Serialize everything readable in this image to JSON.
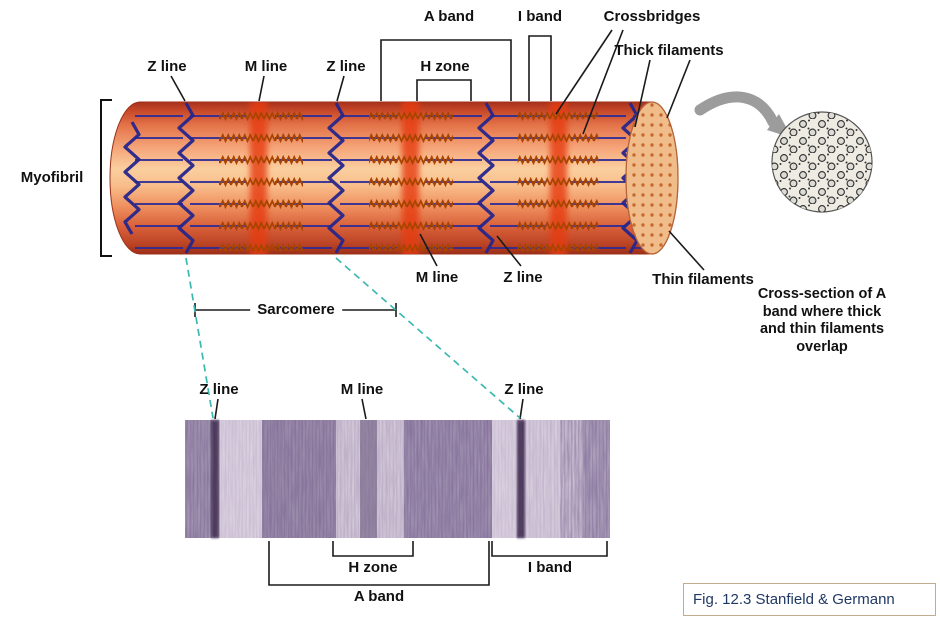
{
  "diagram": {
    "top_labels": {
      "a_band": "A band",
      "i_band": "I band",
      "crossbridges": "Crossbridges",
      "thick_filaments": "Thick filaments",
      "z_line_left": "Z line",
      "m_line": "M line",
      "z_line_mid": "Z line",
      "h_zone": "H zone"
    },
    "side_labels": {
      "myofibril": "Myofibril",
      "m_line_bottom": "M line",
      "z_line_bottom": "Z line",
      "thin_filaments": "Thin filaments",
      "sarcomere": "Sarcomere"
    },
    "cross_section_caption": "Cross-section of A band where thick and thin filaments overlap",
    "micrograph_labels": {
      "z_line_left": "Z line",
      "m_line": "M line",
      "z_line_right": "Z line",
      "h_zone": "H zone",
      "i_band": "I band",
      "a_band": "A band"
    },
    "figure_caption": "Fig. 12.3 Stanfield & Germann",
    "colors": {
      "teal_dash": "#3cb8b0",
      "caption_text": "#203864",
      "z_line_blue": "#26268c",
      "m_line_red": "#e63c10",
      "cylinder_highlight": "#fbcf9f"
    }
  }
}
